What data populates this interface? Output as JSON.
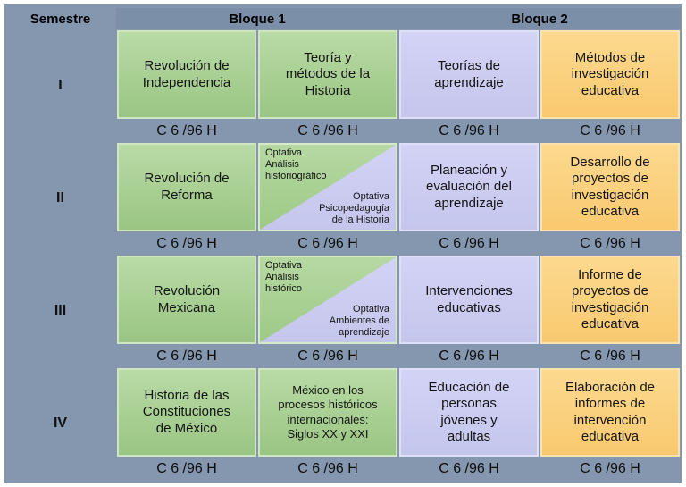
{
  "colors": {
    "frame": "#ffffff",
    "background": "#8497ae",
    "header_band": "#7c8fa8",
    "green_cell": "#aed29b",
    "lavender_cell": "#cccdf1",
    "orange_cell": "#fbd180",
    "text": "#141414"
  },
  "header": {
    "semestre": "Semestre",
    "bloque1": "Bloque 1",
    "bloque2": "Bloque 2"
  },
  "credit_label": "C 6 /96 H",
  "rows": [
    {
      "semester": "I",
      "cells": [
        {
          "text": "Revolución de\nIndependencia"
        },
        {
          "text": "Teoría y\nmétodos de la\nHistoria"
        },
        {
          "text": "Teorías de\naprendizaje"
        },
        {
          "text": "Métodos de\ninvestigación\neducativa"
        }
      ]
    },
    {
      "semester": "II",
      "cells": [
        {
          "text": "Revolución de\nReforma"
        },
        {
          "optativa_top": "Optativa\nAnálisis\nhistoriográfico",
          "optativa_bottom": "Optativa\nPsicopedagogía\nde la Historia"
        },
        {
          "text": "Planeación y\nevaluación del\naprendizaje"
        },
        {
          "text": "Desarrollo de\nproyectos de\ninvestigación\neducativa"
        }
      ]
    },
    {
      "semester": "III",
      "cells": [
        {
          "text": "Revolución\nMexicana"
        },
        {
          "optativa_top": "Optativa\nAnálisis\nhistórico",
          "optativa_bottom": "Optativa\nAmbientes de\naprendizaje"
        },
        {
          "text": "Intervenciones\neducativas"
        },
        {
          "text": "Informe de\nproyectos de\ninvestigación\neducativa"
        }
      ]
    },
    {
      "semester": "IV",
      "cells": [
        {
          "text": "Historia de las\nConstituciones\nde México"
        },
        {
          "text": "México en los\nprocesos históricos\ninternacionales:\nSiglos XX y XXI"
        },
        {
          "text": "Educación de\npersonas\njóvenes y\nadultas"
        },
        {
          "text": "Elaboración de\ninformes de\nintervención\neducativa"
        }
      ]
    }
  ]
}
